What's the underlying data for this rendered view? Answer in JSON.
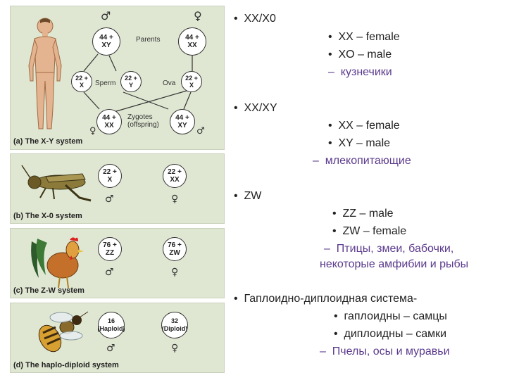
{
  "figure": {
    "panel_a": {
      "caption_letter": "(a)",
      "caption": "The X-Y system",
      "male_symbol": "♂",
      "female_symbol": "♀",
      "parents_label": "Parents",
      "parent_male": [
        "44 +",
        "XY"
      ],
      "parent_female": [
        "44 +",
        "XX"
      ],
      "sperm_label": "Sperm",
      "ova_label": "Ova",
      "sperm_x": [
        "22 +",
        "X"
      ],
      "sperm_y": [
        "22 +",
        "Y"
      ],
      "ovum": [
        "22 +",
        "X"
      ],
      "zygotes_label": [
        "Zygotes",
        "(offspring)"
      ],
      "zygote_female": [
        "44 +",
        "XX"
      ],
      "zygote_male": [
        "44 +",
        "XY"
      ]
    },
    "panel_b": {
      "caption_letter": "(b)",
      "caption": "The X-0 system",
      "male_cell": [
        "22 +",
        "X"
      ],
      "female_cell": [
        "22 +",
        "XX"
      ],
      "male_symbol": "♂",
      "female_symbol": "♀"
    },
    "panel_c": {
      "caption_letter": "(c)",
      "caption": "The Z-W system",
      "male_cell": [
        "76 +",
        "ZZ"
      ],
      "female_cell": [
        "76 +",
        "ZW"
      ],
      "male_symbol": "♂",
      "female_symbol": "♀"
    },
    "panel_d": {
      "caption_letter": "(d)",
      "caption": "The haplo-diploid system",
      "male_cell": [
        "16",
        "(Haploid)"
      ],
      "female_cell": [
        "32",
        "(Diploid)"
      ],
      "male_symbol": "♂",
      "female_symbol": "♀"
    }
  },
  "text": {
    "s1_title": "XX/X0",
    "s1_items": [
      "XX – female",
      "XO – male"
    ],
    "s1_note": "кузнечики",
    "s2_title": "XX/XY",
    "s2_items": [
      "XX – female",
      "XY – male"
    ],
    "s2_note": "млекопитающие",
    "s3_title": "ZW",
    "s3_items": [
      "ZZ – male",
      "ZW – female"
    ],
    "s3_note_lines": [
      "Птицы, змеи, бабочки,",
      "некоторые амфибии и рыбы"
    ],
    "s4_title": "Гаплоидно-диплоидная система-",
    "s4_items": [
      "гаплоидны – самцы",
      "диплоидны – самки"
    ],
    "s4_note": "Пчелы, осы и муравьи"
  },
  "colors": {
    "panel_bg": "#dfe7d2",
    "note_text": "#5b3a8c"
  }
}
